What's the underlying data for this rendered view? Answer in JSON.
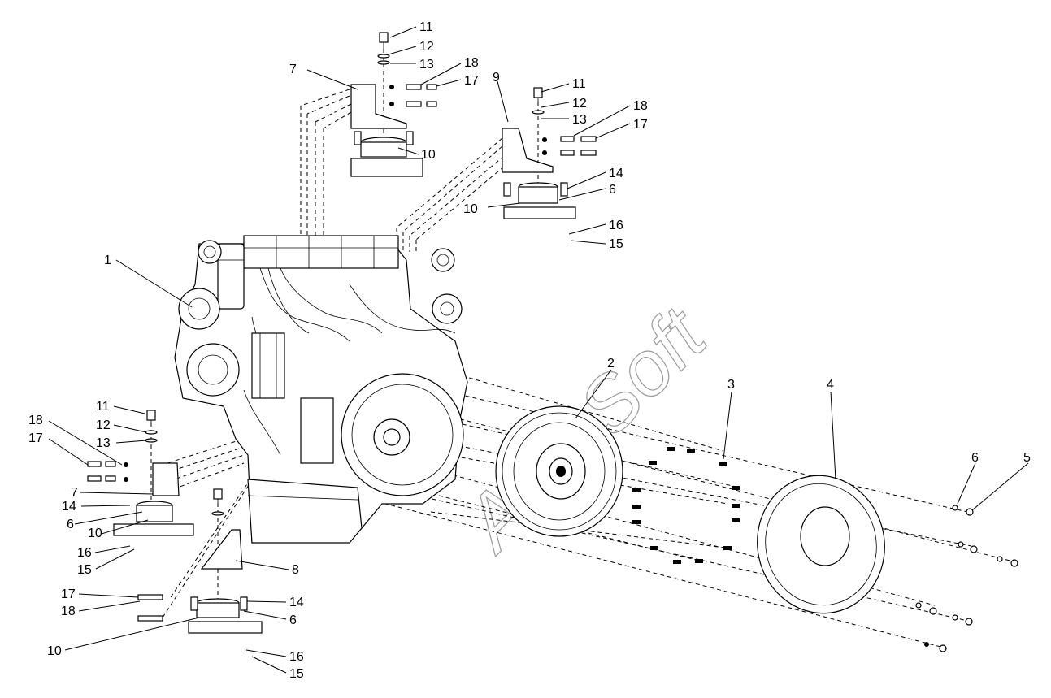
{
  "watermark": "AutoSoft",
  "callouts": [
    {
      "id": "c11a",
      "text": "11"
    },
    {
      "id": "c12a",
      "text": "12"
    },
    {
      "id": "c13a",
      "text": "13"
    },
    {
      "id": "c18a",
      "text": "18"
    },
    {
      "id": "c17a",
      "text": "17"
    },
    {
      "id": "c7a",
      "text": "7"
    },
    {
      "id": "c10a",
      "text": "10"
    },
    {
      "id": "c9",
      "text": "9"
    },
    {
      "id": "c11b",
      "text": "11"
    },
    {
      "id": "c12b",
      "text": "12"
    },
    {
      "id": "c13b",
      "text": "13"
    },
    {
      "id": "c18b",
      "text": "18"
    },
    {
      "id": "c17b",
      "text": "17"
    },
    {
      "id": "c14b",
      "text": "14"
    },
    {
      "id": "c6b",
      "text": "6"
    },
    {
      "id": "c10b",
      "text": "10"
    },
    {
      "id": "c16b",
      "text": "16"
    },
    {
      "id": "c15b",
      "text": "15"
    },
    {
      "id": "c1",
      "text": "1"
    },
    {
      "id": "c2",
      "text": "2"
    },
    {
      "id": "c3",
      "text": "3"
    },
    {
      "id": "c4",
      "text": "4"
    },
    {
      "id": "c6d",
      "text": "6"
    },
    {
      "id": "c5",
      "text": "5"
    },
    {
      "id": "c11c",
      "text": "11"
    },
    {
      "id": "c12c",
      "text": "12"
    },
    {
      "id": "c13c",
      "text": "13"
    },
    {
      "id": "c18c",
      "text": "18"
    },
    {
      "id": "c17c",
      "text": "17"
    },
    {
      "id": "c7c",
      "text": "7"
    },
    {
      "id": "c14c",
      "text": "14"
    },
    {
      "id": "c6c",
      "text": "6"
    },
    {
      "id": "c10c",
      "text": "10"
    },
    {
      "id": "c16c",
      "text": "16"
    },
    {
      "id": "c15c",
      "text": "15"
    },
    {
      "id": "c8",
      "text": "8"
    },
    {
      "id": "c17e",
      "text": "17"
    },
    {
      "id": "c18e",
      "text": "18"
    },
    {
      "id": "c14e",
      "text": "14"
    },
    {
      "id": "c6e",
      "text": "6"
    },
    {
      "id": "c10e",
      "text": "10"
    },
    {
      "id": "c16e",
      "text": "16"
    },
    {
      "id": "c15e",
      "text": "15"
    }
  ]
}
